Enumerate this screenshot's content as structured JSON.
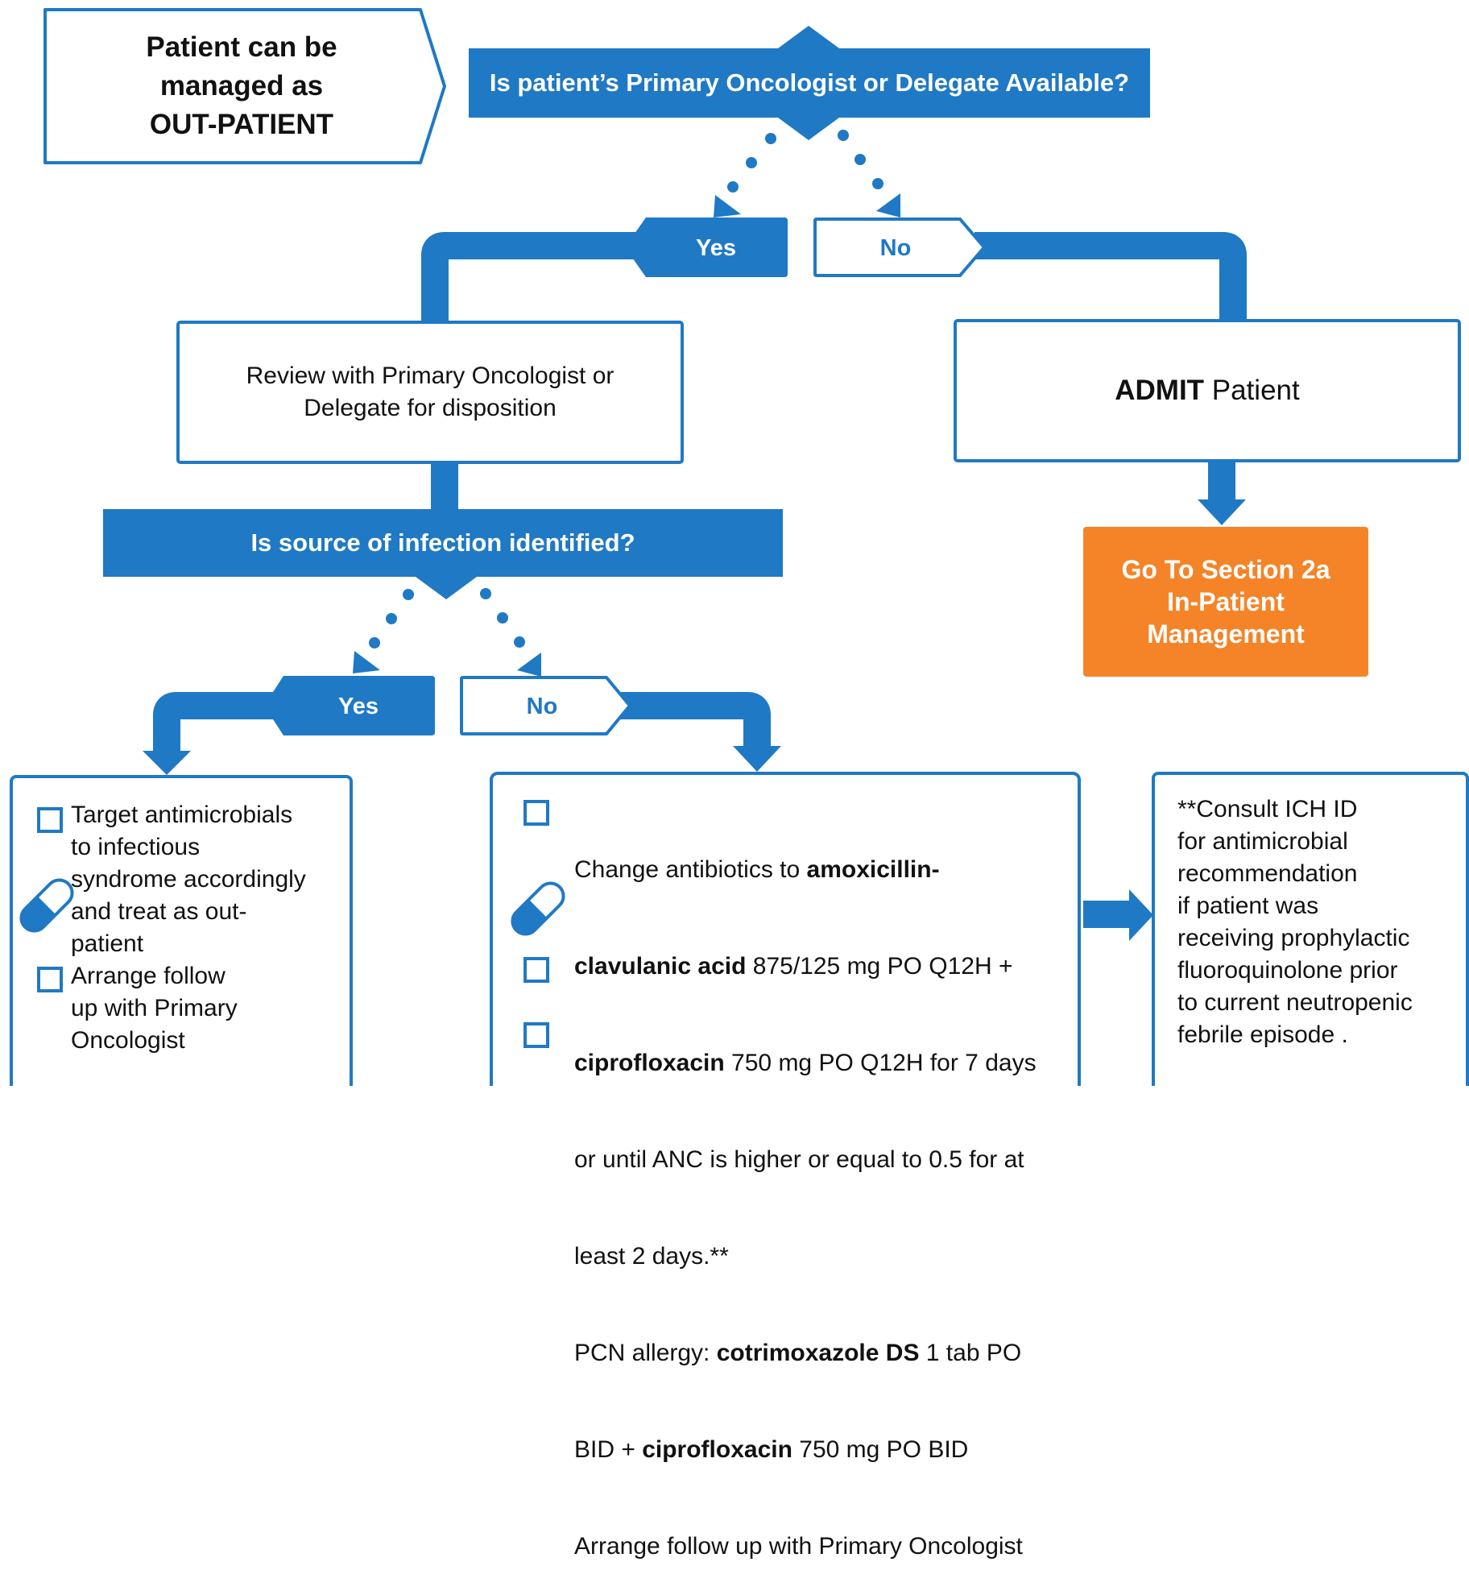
{
  "colors": {
    "primary_blue": "#1f79c4",
    "orange": "#f58428",
    "text": "#111111"
  },
  "start": {
    "lines": [
      "Patient can be",
      "managed as",
      "OUT-PATIENT"
    ]
  },
  "question1": {
    "label": "Is patient’s Primary Oncologist or Delegate Available?"
  },
  "q1_yes": "Yes",
  "q1_no": "No",
  "review": {
    "text": "Review with Primary Oncologist or Delegate for disposition"
  },
  "admit": {
    "bold": "ADMIT",
    "rest": " Patient"
  },
  "goto": {
    "lines": [
      "Go To Section 2a",
      "In-Patient",
      "Management"
    ]
  },
  "question2": {
    "label": "Is source of infection identified?"
  },
  "q2_yes": "Yes",
  "q2_no": "No",
  "yes_box": {
    "line1": "Target antimicrobials",
    "line2": "to infectious",
    "line3": "syndrome accordingly",
    "line4": "and treat as out-",
    "line5": "patient",
    "line6": "Arrange follow",
    "line7": "up with Primary",
    "line8": "Oncologist"
  },
  "no_box": {
    "l1_a": "Change antibiotics to ",
    "l1_b": "amoxicillin-",
    "l2_a": "clavulanic acid",
    "l2_b": " 875/125 mg PO Q12H +",
    "l3_a": "ciprofloxacin",
    "l3_b": " 750 mg PO Q12H for 7 days",
    "l4": "or until ANC is higher or equal to 0.5 for at",
    "l5": "least 2 days.**",
    "l6_a": "PCN allergy: ",
    "l6_b": "cotrimoxazole DS",
    "l6_c": " 1 tab PO",
    "l7_a": "BID + ",
    "l7_b": "ciprofloxacin",
    "l7_c": " 750 mg PO BID",
    "l8": "Arrange follow up with Primary Oncologist"
  },
  "consult": {
    "lines": [
      "**Consult ICH ID",
      "for antimicrobial",
      "recommendation",
      "if patient was",
      "receiving prophylactic",
      "fluoroquinolone prior",
      "to current neutropenic",
      "febrile episode ."
    ]
  }
}
